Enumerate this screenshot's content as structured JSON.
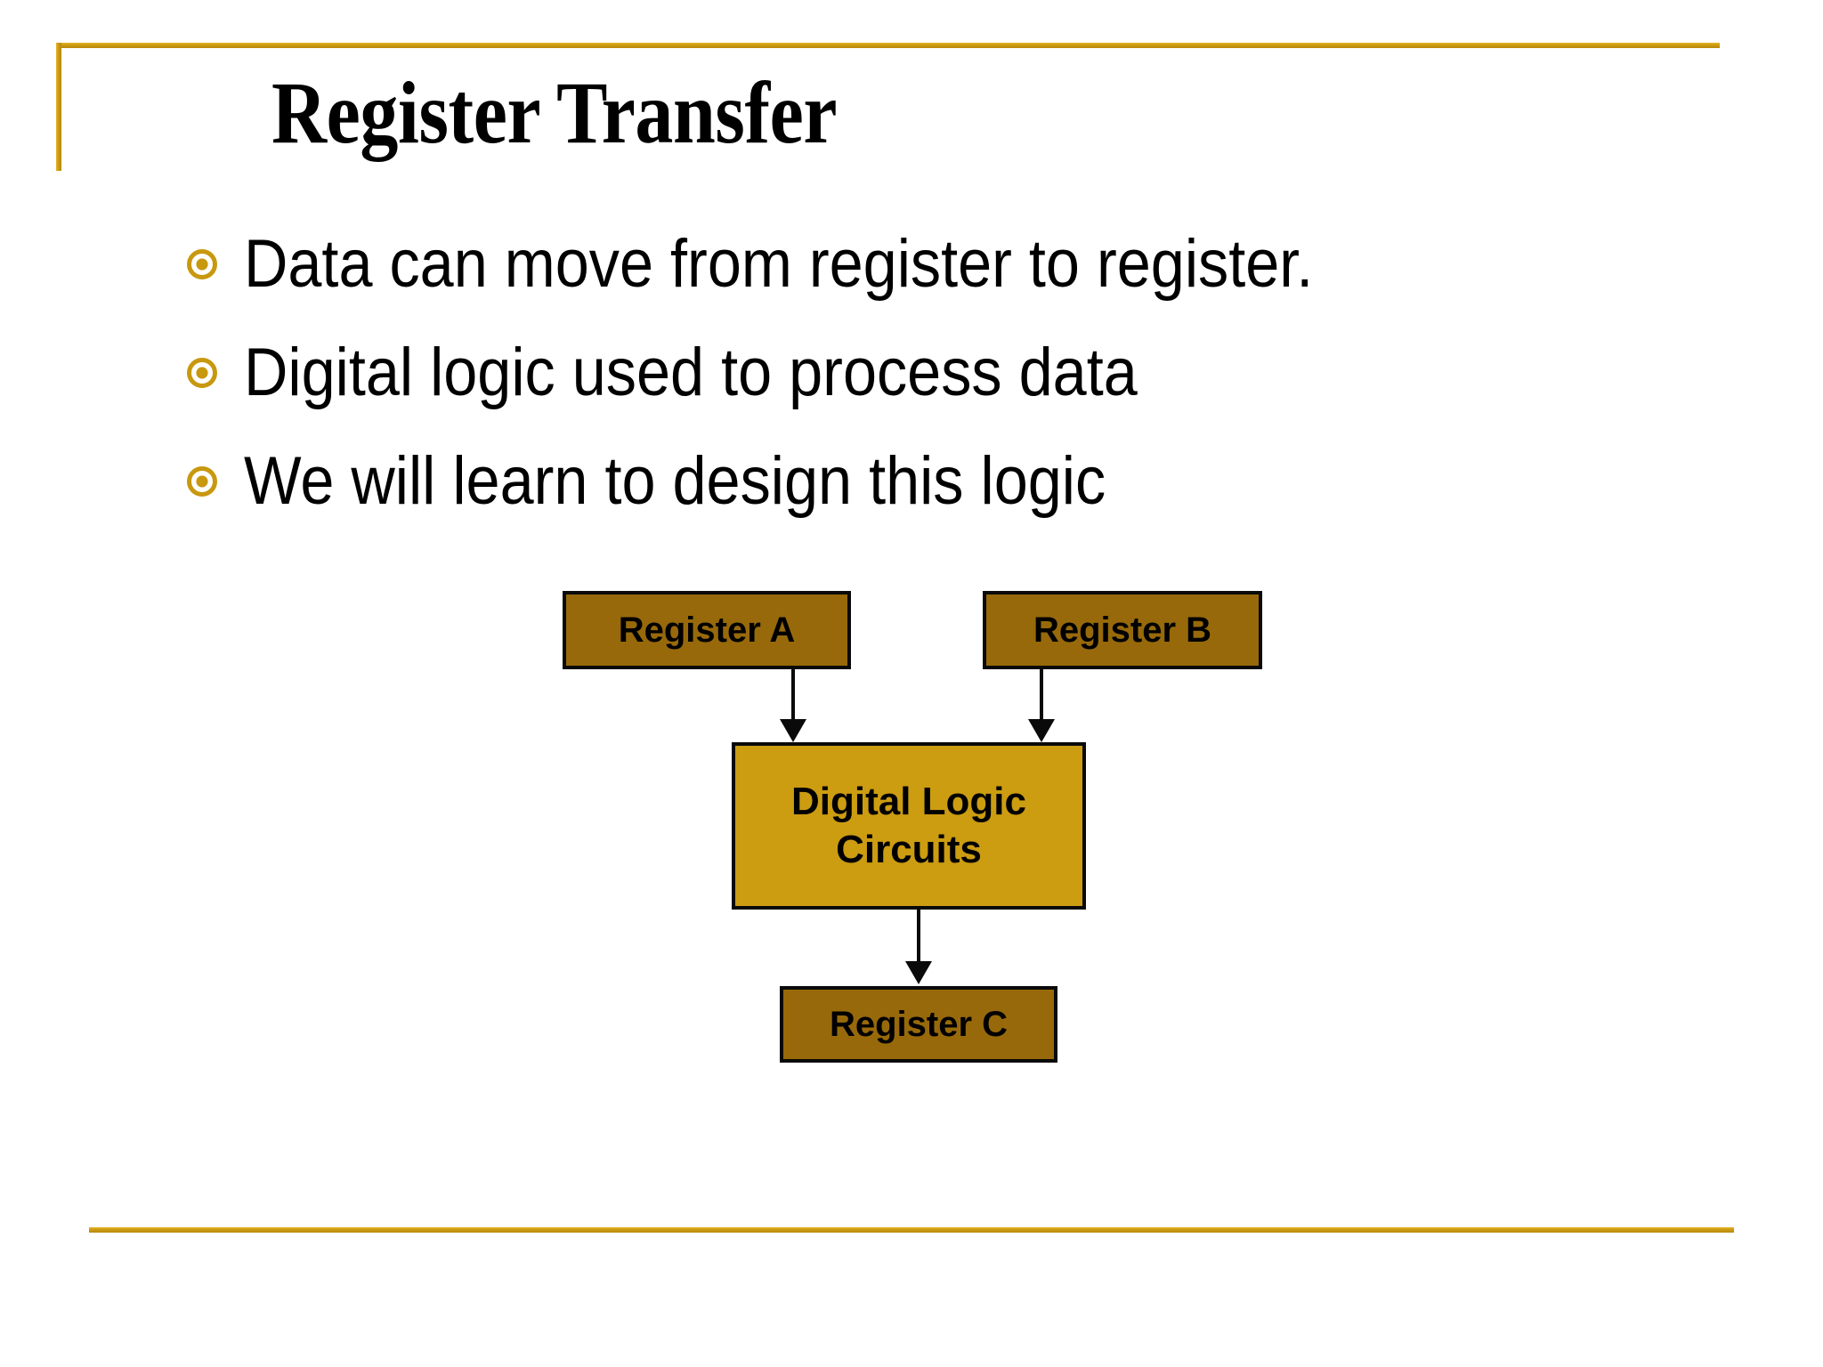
{
  "slide": {
    "title": "Register Transfer",
    "accent_color": "#CC9A12",
    "background_color": "#FFFFFF",
    "text_color": "#000000"
  },
  "bullets": [
    {
      "marker": "target-bullet-icon",
      "text": "Data can move from register to register."
    },
    {
      "marker": "target-bullet-icon",
      "text": "Digital logic used to process data"
    },
    {
      "marker": "target-bullet-icon",
      "text": "We will learn to design this logic"
    }
  ],
  "diagram": {
    "nodes": [
      {
        "id": "register-a",
        "label": "Register A",
        "fill": "#97690A",
        "stroke": "#0A0A0A"
      },
      {
        "id": "register-b",
        "label": "Register B",
        "fill": "#97690A",
        "stroke": "#0A0A0A"
      },
      {
        "id": "digital-logic-circuits",
        "label": "Digital Logic Circuits",
        "fill": "#CC9C11",
        "stroke": "#0A0A0A"
      },
      {
        "id": "register-c",
        "label": "Register C",
        "fill": "#97690A",
        "stroke": "#0A0A0A"
      }
    ],
    "edges": [
      {
        "id": "a-to-logic",
        "from": "register-a",
        "to": "digital-logic-circuits",
        "arrowhead": "filled-triangle"
      },
      {
        "id": "b-to-logic",
        "from": "register-b",
        "to": "digital-logic-circuits",
        "arrowhead": "filled-triangle"
      },
      {
        "id": "logic-to-c",
        "from": "digital-logic-circuits",
        "to": "register-c",
        "arrowhead": "filled-triangle"
      }
    ]
  }
}
